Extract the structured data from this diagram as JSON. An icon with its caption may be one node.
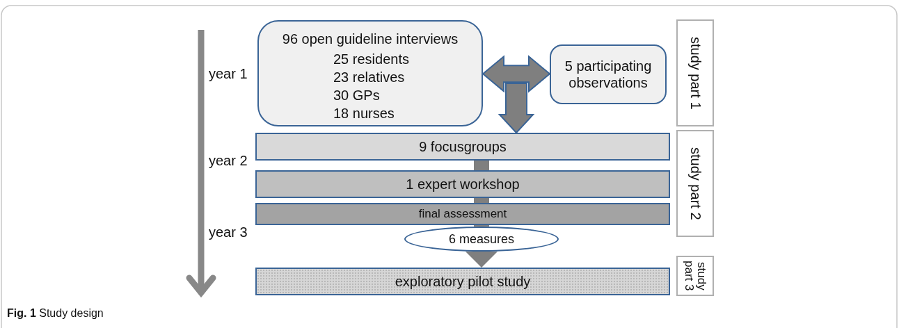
{
  "diagram": {
    "caption": "**Fig. 1** Study design",
    "nodes": [
      {
        "text": [
          "96 open guideline interviews",
          "25 residents",
          "23 relatives",
          "30 GPs",
          "18 nurses"
        ]
      },
      {
        "text": [
          "5 participating observations"
        ]
      },
      {
        "text": [
          "9 focusgroups"
        ]
      },
      {
        "text": [
          "1 expert workshop"
        ]
      },
      {
        "text": [
          "final assessment"
        ]
      },
      {
        "text": [
          "6 measures"
        ]
      },
      {
        "text": [
          "exploratory pilot study"
        ]
      },
      {
        "text": [
          "study part 1"
        ]
      },
      {
        "text": [
          "study part 2"
        ]
      },
      {
        "text": [
          "study part 3"
        ]
      }
    ],
    "edges": [
      {
        "from": 0,
        "to": 1,
        "arrow": "both"
      },
      {
        "from": null,
        "to": 2,
        "arrow": "to"
      },
      {
        "from": 2,
        "to": 3,
        "arrow": "none"
      },
      {
        "from": 3,
        "to": 4,
        "arrow": "none"
      },
      {
        "from": 4,
        "to": 5,
        "arrow": "none"
      },
      {
        "from": 5,
        "to": 6,
        "arrow": "to"
      }
    ],
    "labels": [
      "year 1",
      "year 2",
      "year 3"
    ]
  }
}
